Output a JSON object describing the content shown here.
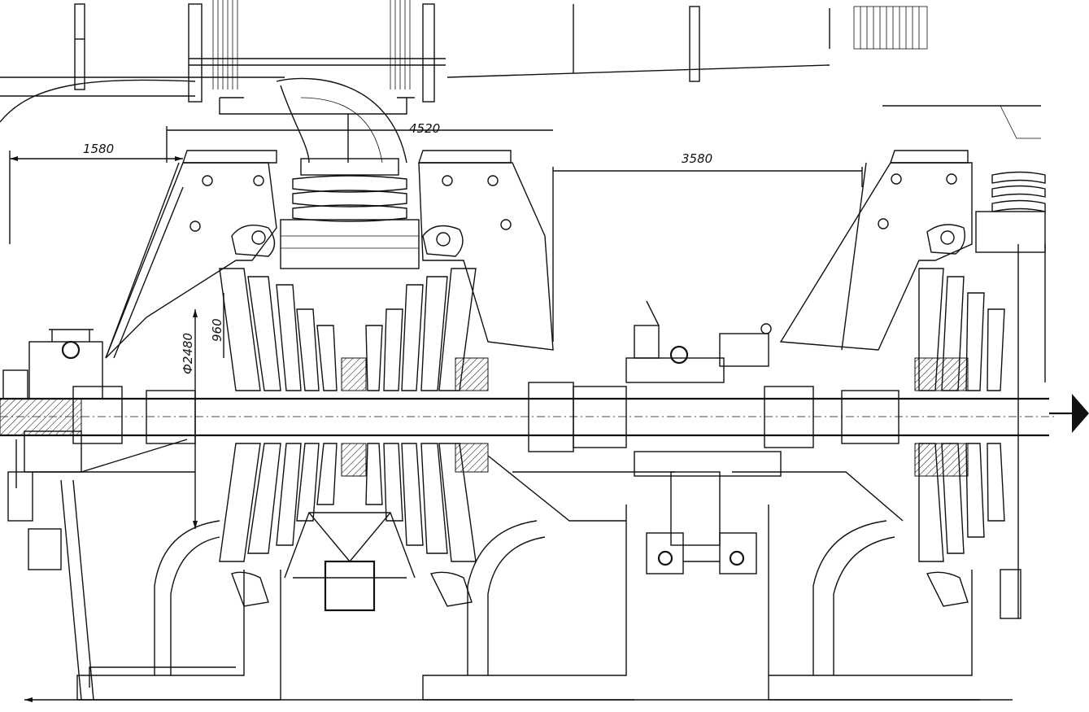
{
  "dimensions": {
    "left_span": "1580",
    "mid_span": "4520",
    "right_span": "3580",
    "rotor_diameter": "Ф2480",
    "blade_height": "960"
  },
  "icons": {
    "flow_arrow": "right-arrow-icon"
  },
  "colors": {
    "ink": "#111111",
    "paper": "#ffffff"
  }
}
